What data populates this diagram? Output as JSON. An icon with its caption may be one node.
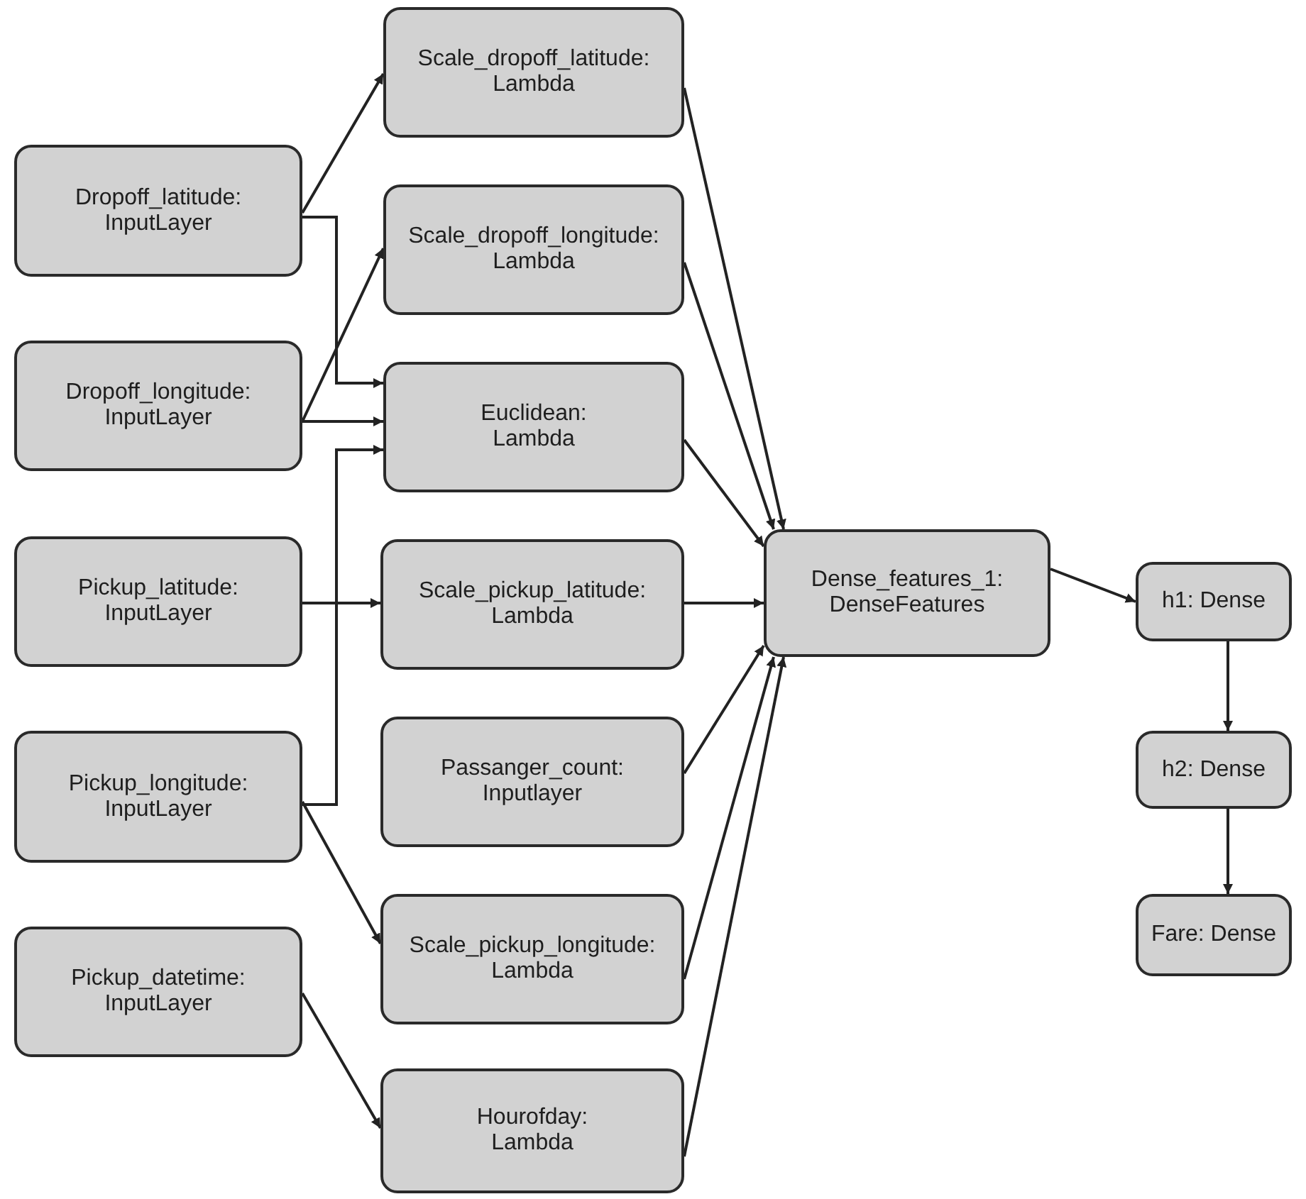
{
  "diagram": {
    "nodes": [
      {
        "text": [
          "Dropoff_latitude: InputLayer"
        ]
      },
      {
        "text": [
          "Dropoff_longitude: InputLayer"
        ]
      },
      {
        "text": [
          "Pickup_latitude: InputLayer"
        ]
      },
      {
        "text": [
          "Pickup_longitude: InputLayer"
        ]
      },
      {
        "text": [
          "Pickup_datetime: InputLayer"
        ]
      },
      {
        "text": [
          "Scale_dropoff_latitude: Lambda"
        ]
      },
      {
        "text": [
          "Scale_dropoff_longitude: Lambda"
        ]
      },
      {
        "text": [
          "Euclidean: Lambda"
        ]
      },
      {
        "text": [
          "Scale_pickup_latitude: Lambda"
        ]
      },
      {
        "text": [
          "Passanger_count: Inputlayer"
        ]
      },
      {
        "text": [
          "Scale_pickup_longitude: Lambda"
        ]
      },
      {
        "text": [
          "Hourofday: Lambda"
        ]
      },
      {
        "text": [
          "Dense_features_1: DenseFeatures"
        ]
      },
      {
        "text": [
          "h1: Dense"
        ]
      },
      {
        "text": [
          "h2: Dense"
        ]
      },
      {
        "text": [
          "Fare: Dense"
        ]
      }
    ],
    "edges": [
      {
        "from": 0,
        "to": 5,
        "arrow": "to"
      },
      {
        "from": 0,
        "to": 7,
        "arrow": "to"
      },
      {
        "from": 1,
        "to": 6,
        "arrow": "to"
      },
      {
        "from": 1,
        "to": 7,
        "arrow": "to"
      },
      {
        "from": 3,
        "to": 7,
        "arrow": "to"
      },
      {
        "from": 2,
        "to": 8,
        "arrow": "to"
      },
      {
        "from": 3,
        "to": 10,
        "arrow": "to"
      },
      {
        "from": 4,
        "to": 11,
        "arrow": "to"
      },
      {
        "from": 5,
        "to": 12,
        "arrow": "to"
      },
      {
        "from": 6,
        "to": 12,
        "arrow": "to"
      },
      {
        "from": 7,
        "to": 12,
        "arrow": "to"
      },
      {
        "from": 8,
        "to": 12,
        "arrow": "to"
      },
      {
        "from": 9,
        "to": 12,
        "arrow": "to"
      },
      {
        "from": 10,
        "to": 12,
        "arrow": "to"
      },
      {
        "from": 11,
        "to": 12,
        "arrow": "to"
      },
      {
        "from": 12,
        "to": 13,
        "arrow": "to"
      },
      {
        "from": 13,
        "to": 14,
        "arrow": "to"
      },
      {
        "from": 14,
        "to": 15,
        "arrow": "to"
      }
    ]
  }
}
